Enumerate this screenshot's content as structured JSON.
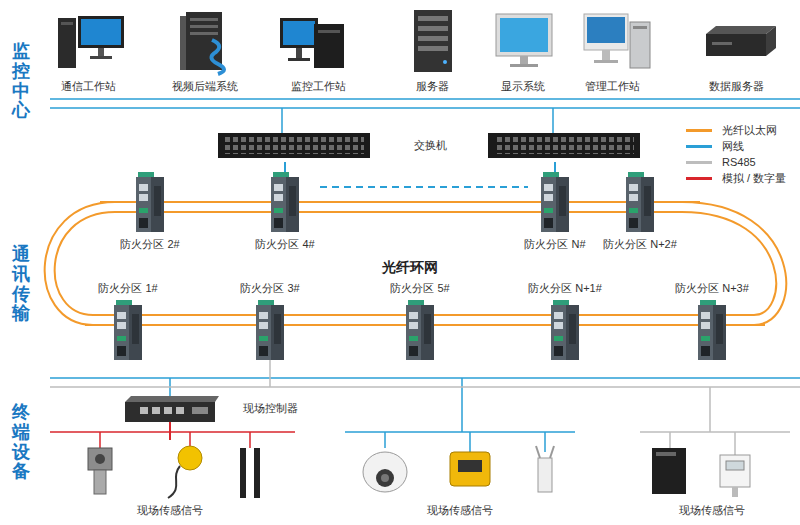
{
  "diagram": {
    "nodes": [
      {
        "text": [
          "通信工作站"
        ]
      },
      {
        "text": [
          "视频后端系统"
        ]
      },
      {
        "text": [
          "监控工作站"
        ]
      },
      {
        "text": [
          "服务器"
        ]
      },
      {
        "text": [
          "显示系统"
        ]
      },
      {
        "text": [
          "管理工作站"
        ]
      },
      {
        "text": [
          "数据服务器"
        ]
      },
      {
        "text": [
          "交换机"
        ]
      },
      {
        "text": [
          "防火分区 2#"
        ]
      },
      {
        "text": [
          "防火分区 4#"
        ]
      },
      {
        "text": [
          "防火分区 N#"
        ]
      },
      {
        "text": [
          "防火分区 N+2#"
        ]
      },
      {
        "text": [
          "防火分区 1#"
        ]
      },
      {
        "text": [
          "防火分区 3#"
        ]
      },
      {
        "text": [
          "防火分区 5#"
        ]
      },
      {
        "text": [
          "防火分区 N+1#"
        ]
      },
      {
        "text": [
          "防火分区 N+3#"
        ]
      },
      {
        "text": [
          "现场控制器"
        ]
      },
      {
        "text": [
          "现场传感信号"
        ]
      },
      {
        "text": [
          "现场传感信号"
        ]
      },
      {
        "text": [
          "现场传感信号"
        ]
      }
    ],
    "edges": [
      {
        "from": 7,
        "to": 9,
        "arrow": "none"
      },
      {
        "from": 7,
        "to": 10,
        "arrow": "none"
      },
      {
        "from": 8,
        "to": 9,
        "arrow": "none"
      },
      {
        "from": 9,
        "to": 10,
        "arrow": "none"
      },
      {
        "from": 10,
        "to": 11,
        "arrow": "none"
      },
      {
        "from": 11,
        "to": 16,
        "arrow": "none"
      },
      {
        "from": 16,
        "to": 15,
        "arrow": "none"
      },
      {
        "from": 15,
        "to": 14,
        "arrow": "none"
      },
      {
        "from": 14,
        "to": 13,
        "arrow": "none"
      },
      {
        "from": 13,
        "to": 12,
        "arrow": "none"
      },
      {
        "from": 12,
        "to": 8,
        "arrow": "none"
      },
      {
        "from": 17,
        "to": 18,
        "arrow": "none"
      }
    ],
    "labels": [
      "监控中心",
      "通讯传输",
      "终端设备",
      "光纤环网"
    ],
    "legend": [
      {
        "text": "光纤以太网",
        "color": "#f39a2b"
      },
      {
        "text": "网线",
        "color": "#2a9fd6"
      },
      {
        "text": "RS485",
        "color": "#bdbdbd"
      },
      {
        "text": "模拟 / 数字量",
        "color": "#d9262c"
      }
    ]
  }
}
